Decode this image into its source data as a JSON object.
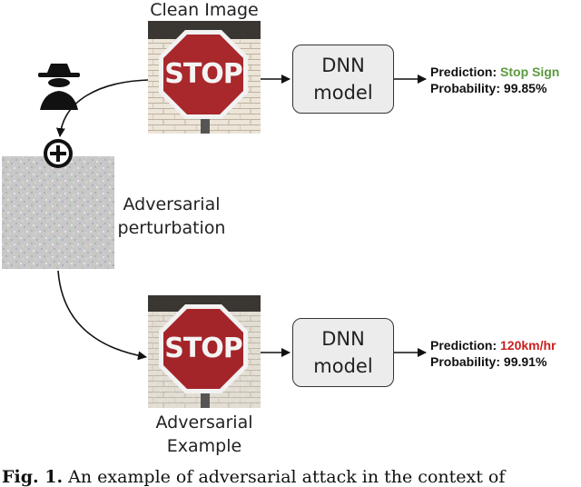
{
  "clean_image": {
    "title": "Clean Image",
    "sign_text": "STOP"
  },
  "perturbation": {
    "label_line1": "Adversarial",
    "label_line2": "perturbation"
  },
  "adversarial_image": {
    "label_line1": "Adversarial",
    "label_line2": "Example",
    "sign_text": "STOP"
  },
  "dnn_top": {
    "line1": "DNN",
    "line2": "model"
  },
  "dnn_bottom": {
    "line1": "DNN",
    "line2": "model"
  },
  "result_top": {
    "prediction_label": "Prediction:",
    "prediction_value": "Stop Sign",
    "prediction_color": "#5a9a3c",
    "probability_label": "Probability:",
    "probability_value": "99.85%"
  },
  "result_bottom": {
    "prediction_label": "Prediction:",
    "prediction_value": "120km/hr",
    "prediction_color": "#cc1f1f",
    "probability_label": "Probability:",
    "probability_value": "99.91%"
  },
  "caption": {
    "fig_label": "Fig. 1.",
    "text": "An example of adversarial attack in the context of"
  },
  "icons": [
    "attacker-icon",
    "plus-circle-icon"
  ]
}
